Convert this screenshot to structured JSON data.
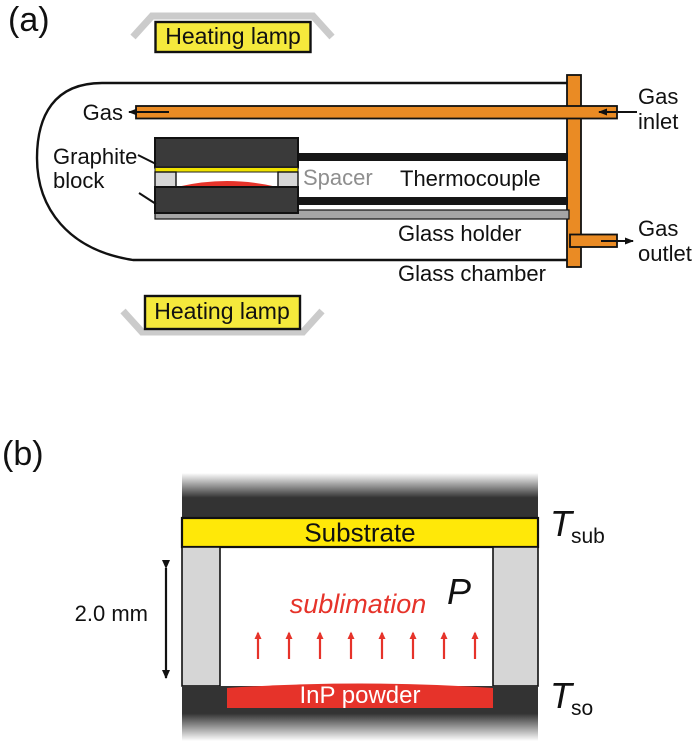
{
  "figure": {
    "panel_a": {
      "tag": "(a)",
      "labels": {
        "heating_lamp_top": "Heating lamp",
        "heating_lamp_bottom": "Heating lamp",
        "gas": "Gas",
        "graphite_line1": "Graphite",
        "graphite_line2": "block",
        "spacer": "Spacer",
        "thermocouple": "Thermocouple",
        "glass_holder": "Glass holder",
        "glass_chamber": "Glass chamber",
        "gas_inlet_line1": "Gas",
        "gas_inlet_line2": "inlet",
        "gas_outlet_line1": "Gas",
        "gas_outlet_line2": "outlet"
      }
    },
    "panel_b": {
      "tag": "(b)",
      "labels": {
        "substrate": "Substrate",
        "sublimation": "sublimation",
        "pressure_symbol": "P",
        "inp_powder": "InP powder",
        "gap_dimension": "2.0 mm",
        "t_sub_base": "T",
        "t_sub_subscript": "sub",
        "t_so_base": "T",
        "t_so_subscript": "so"
      }
    },
    "colors": {
      "lamp_yellow": "#F5E93C",
      "substrate_yellow": "#FFE808",
      "substrate_strip_yellow": "#F0E300",
      "tube_orange": "#EA8B24",
      "powder_red": "#E6332A",
      "graphite_dark": "#3A3A3A",
      "spacer_gray": "#D6D6D6",
      "holder_gray": "#A5A5A5",
      "reflector_gray": "#CBCBCB",
      "label_gray": "#8E8E8E",
      "outline_black": "#111111"
    }
  }
}
